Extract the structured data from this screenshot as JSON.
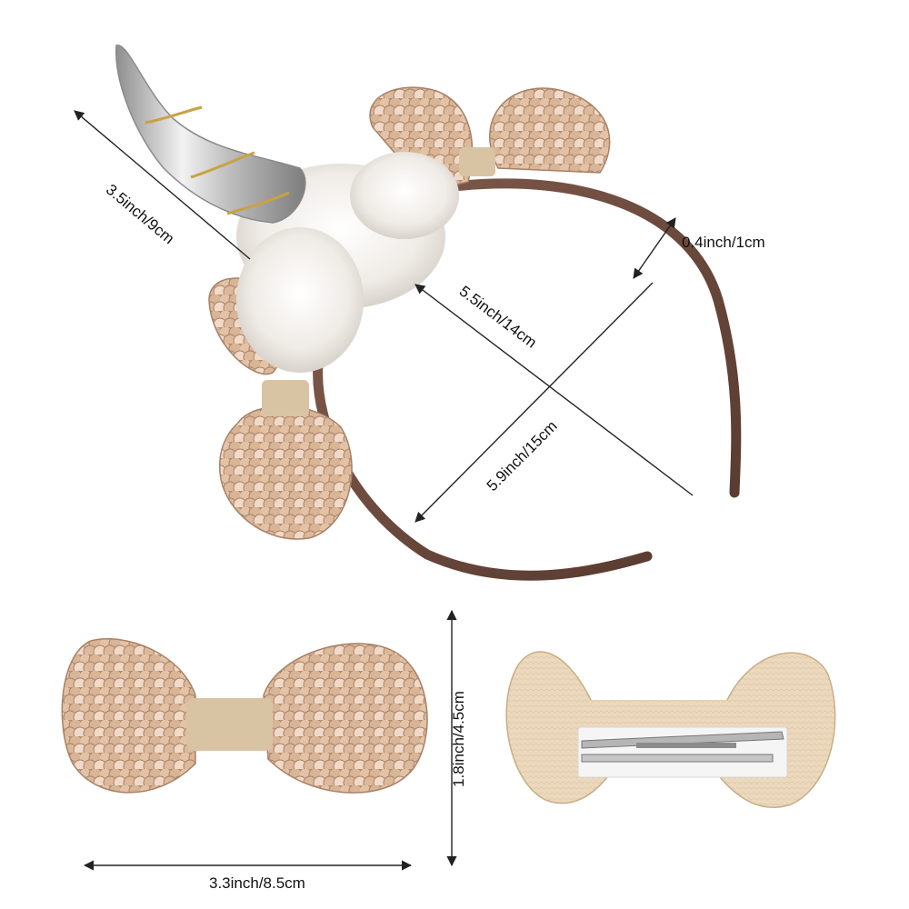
{
  "product": {
    "colors": {
      "band": "#6b4a3e",
      "sequin": "#d9b79a",
      "sequin_dark": "#b98f72",
      "sequin_light": "#f1dccb",
      "horn": "#c9c9c9",
      "horn_gold": "#c9a243",
      "fur": "#f3f0ec",
      "felt": "#ecd9bd",
      "ribbon": "#d8c3a3",
      "clip": "#a8a8a8",
      "ribbon_white": "#f5f5f5",
      "arrow": "#222222"
    }
  },
  "dimensions": {
    "horn_height": "3.5inch/9cm",
    "band_width": "0.4inch/1cm",
    "band_span_a": "5.5inch/14cm",
    "band_span_b": "5.9inch/15cm",
    "bow_height": "1.8inch/4.5cm",
    "bow_width": "3.3inch/8.5cm"
  }
}
